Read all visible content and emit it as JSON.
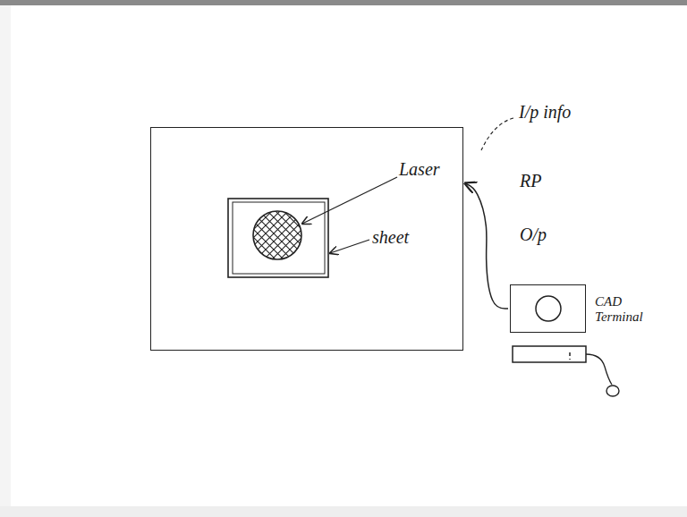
{
  "diagram": {
    "nodes": [
      {
        "text": [
          "RP"
        ]
      },
      {
        "text": [
          "CAD Terminal"
        ]
      }
    ],
    "edges": [
      {
        "from": 1,
        "to": 0,
        "label": "O/p",
        "arrow": "to"
      }
    ],
    "labels": [
      "I/p info",
      "Laser",
      "sheet"
    ]
  }
}
